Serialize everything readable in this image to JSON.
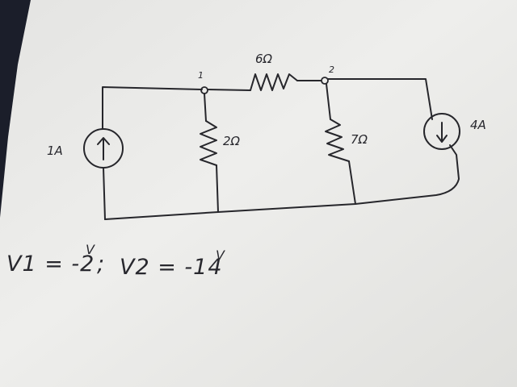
{
  "circuit": {
    "nodes": [
      {
        "id": "1",
        "label": "1"
      },
      {
        "id": "2",
        "label": "2"
      }
    ],
    "components": [
      {
        "id": "source-left",
        "type": "current-source",
        "label": "1A",
        "direction": "up"
      },
      {
        "id": "r-2",
        "type": "resistor",
        "label": "2Ω"
      },
      {
        "id": "r-6",
        "type": "resistor",
        "label": "6Ω"
      },
      {
        "id": "r-7",
        "type": "resistor",
        "label": "7Ω"
      },
      {
        "id": "source-right",
        "type": "current-source",
        "label": "4A",
        "direction": "down"
      }
    ]
  },
  "answer": {
    "v1_text": "V1 = -2",
    "v1_unit": "V",
    "separator": ";",
    "v2_text": "V2 = -14",
    "v2_unit": "V"
  },
  "colors": {
    "paper": "#ebebe9",
    "ink": "#26262b",
    "background": "#1b1e2a"
  }
}
